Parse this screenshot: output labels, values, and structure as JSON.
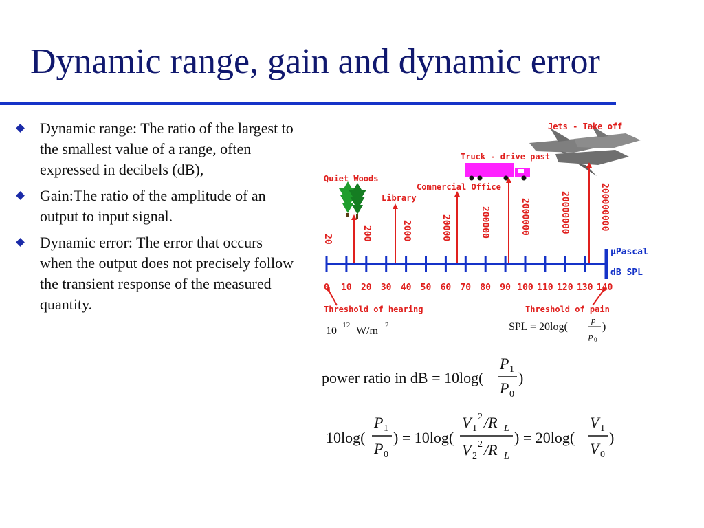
{
  "slide": {
    "title": "Dynamic range, gain and dynamic error",
    "bullets": [
      {
        "text": "Dynamic range: The ratio of the largest to the smallest value of a range, often expressed in decibels (dB),"
      },
      {
        "text": "Gain:The ratio of the amplitude of an output to input signal."
      },
      {
        "text": "Dynamic error: The error that occurs when the output does not precisely follow the transient response of the measured quantity."
      }
    ]
  },
  "figure": {
    "sources": {
      "quiet_woods": "Quiet Woods",
      "library": "Library",
      "commercial_office": "Commercial Office",
      "truck": "Truck - drive past",
      "jets": "Jets - Take off"
    },
    "pressure_labels": [
      "20",
      "200",
      "2000",
      "20000",
      "200000",
      "2000000",
      "20000000",
      "200000000"
    ],
    "db_ticks": [
      "0",
      "10",
      "20",
      "30",
      "40",
      "50",
      "60",
      "70",
      "80",
      "90",
      "100",
      "110",
      "120",
      "130",
      "140"
    ],
    "units": {
      "pascal": "μPascal",
      "spl": "dB SPL"
    },
    "threshold_hearing": "Threshold of hearing",
    "threshold_pain": "Threshold of pain",
    "intensity_ref": {
      "base": "10",
      "exp": "−12",
      "unit": "W/m",
      "unit_exp": "2"
    },
    "spl_formula": {
      "lhs": "SPL = 20log(",
      "num": "p",
      "den": "p",
      "den_sub": "0",
      "rhs": ")"
    }
  },
  "equations": {
    "power_ratio": {
      "lhs": "power ratio in dB = 10log(",
      "num": "P",
      "num_sub": "1",
      "den": "P",
      "den_sub": "0",
      "rhs": ")"
    },
    "identity": {
      "t1": "10log(",
      "p_num": "P",
      "p_num_sub": "1",
      "p_den": "P",
      "p_den_sub": "0",
      "eq1": ") = 10log(",
      "v_num": "V",
      "v_num_sub": "1",
      "v_num_sup": "2",
      "v_num_div": "/R",
      "v_num_div_sub": "L",
      "v_den": "V",
      "v_den_sub": "2",
      "v_den_sup": "2",
      "v_den_div": "/R",
      "v_den_div_sub": "L",
      "eq2": ") = 20log(",
      "r_num": "V",
      "r_num_sub": "1",
      "r_den": "V",
      "r_den_sub": "0",
      "close": ")"
    }
  },
  "colors": {
    "title": "#10186e",
    "rule": "#1533c8",
    "axis": "#1533c8",
    "labels": "#e0201e",
    "truck": "#ff22ff"
  }
}
